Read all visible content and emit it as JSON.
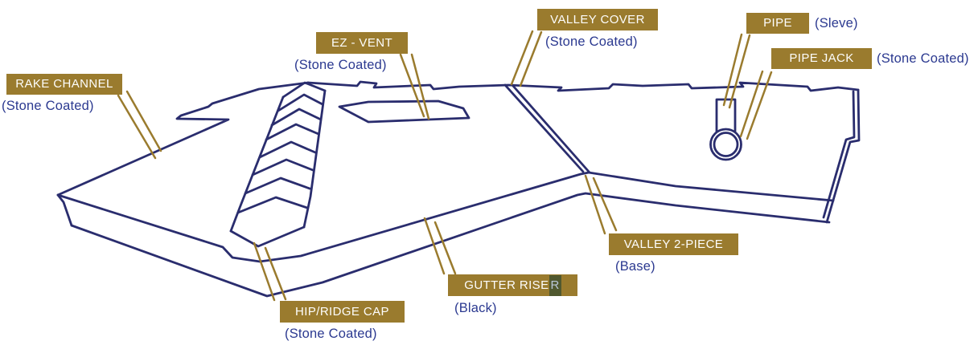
{
  "diagram": {
    "subject": "stone-coated roof components diagram",
    "colors": {
      "label_bg_gold": "#9a7b2e",
      "label_text_white": "#fdfdfc",
      "sub_label_blue": "#2b3990",
      "line_art_navy": "#2a2d6e",
      "highlight_block_bg": "#50582f",
      "highlight_block_fg": "#b9c6d8"
    },
    "labels": {
      "rake_channel": {
        "name": "RAKE CHANNEL",
        "sub": "(Stone Coated)"
      },
      "ez_vent": {
        "name": "EZ - VENT",
        "sub": "(Stone Coated)"
      },
      "valley_cover": {
        "name": "VALLEY COVER",
        "sub": "(Stone Coated)"
      },
      "pipe": {
        "name": "PIPE",
        "sub": "(Sleve)"
      },
      "pipe_jack": {
        "name": "PIPE JACK",
        "sub": "(Stone Coated)"
      },
      "valley_2_piece": {
        "name": "VALLEY 2-PIECE",
        "sub": "(Base)"
      },
      "gutter_riser": {
        "name": "GUTTER RISE",
        "name_highlight": "R",
        "sub": "(Black)"
      },
      "hip_ridge_cap": {
        "name": "HIP/RIDGE CAP",
        "sub": "(Stone Coated)"
      }
    }
  }
}
